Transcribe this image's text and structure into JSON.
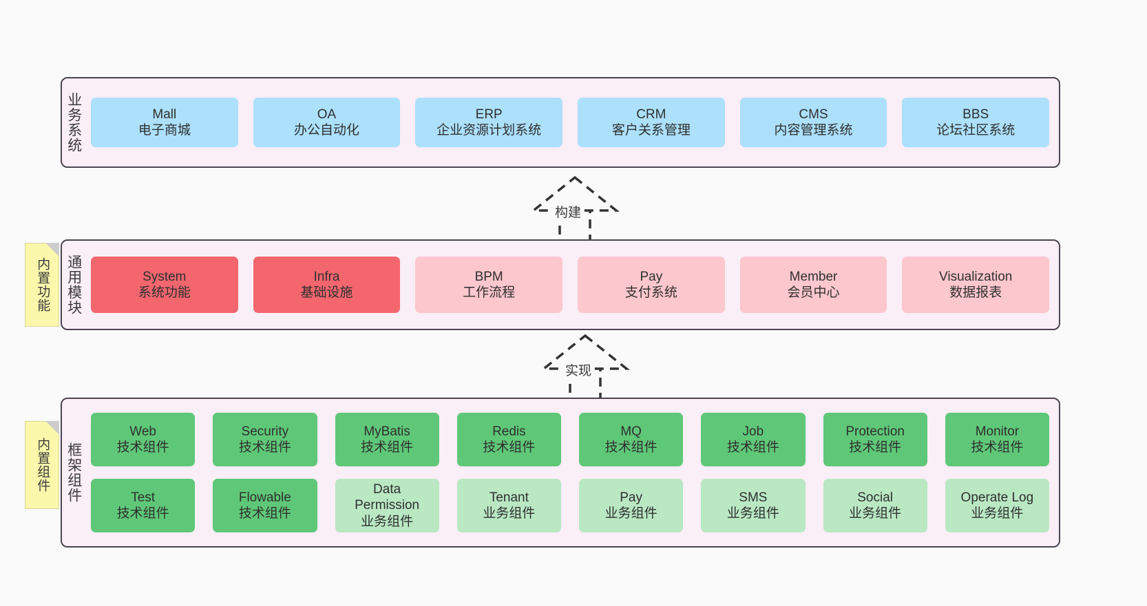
{
  "diagram": {
    "background_color": "#fafafa",
    "panel_fill": "#faeef7",
    "panel_border": "#4a4450"
  },
  "layers": {
    "business": {
      "title": "业务系统",
      "color": "#ace0fb",
      "items": [
        {
          "en": "Mall",
          "cn": "电子商城"
        },
        {
          "en": "OA",
          "cn": "办公自动化"
        },
        {
          "en": "ERP",
          "cn": "企业资源计划系统"
        },
        {
          "en": "CRM",
          "cn": "客户关系管理"
        },
        {
          "en": "CMS",
          "cn": "内容管理系统"
        },
        {
          "en": "BBS",
          "cn": "论坛社区系统"
        }
      ]
    },
    "modules": {
      "title": "通用模块",
      "items": [
        {
          "en": "System",
          "cn": "系统功能",
          "color": "#f4666e"
        },
        {
          "en": "Infra",
          "cn": "基础设施",
          "color": "#f4666e"
        },
        {
          "en": "BPM",
          "cn": "工作流程",
          "color": "#fcc7cd"
        },
        {
          "en": "Pay",
          "cn": "支付系统",
          "color": "#fcc7cd"
        },
        {
          "en": "Member",
          "cn": "会员中心",
          "color": "#fcc7cd"
        },
        {
          "en": "Visualization",
          "cn": "数据报表",
          "color": "#fcc7cd"
        }
      ]
    },
    "framework": {
      "title": "框架组件",
      "row1": [
        {
          "en": "Web",
          "cn": "技术组件",
          "color": "#5fc878"
        },
        {
          "en": "Security",
          "cn": "技术组件",
          "color": "#5fc878"
        },
        {
          "en": "MyBatis",
          "cn": "技术组件",
          "color": "#5fc878"
        },
        {
          "en": "Redis",
          "cn": "技术组件",
          "color": "#5fc878"
        },
        {
          "en": "MQ",
          "cn": "技术组件",
          "color": "#5fc878"
        },
        {
          "en": "Job",
          "cn": "技术组件",
          "color": "#5fc878"
        },
        {
          "en": "Protection",
          "cn": "技术组件",
          "color": "#5fc878"
        },
        {
          "en": "Monitor",
          "cn": "技术组件",
          "color": "#5fc878"
        }
      ],
      "row2": [
        {
          "en": "Test",
          "cn": "技术组件",
          "color": "#5fc878"
        },
        {
          "en": "Flowable",
          "cn": "技术组件",
          "color": "#5fc878"
        },
        {
          "en": "Data Permission",
          "cn": "业务组件",
          "color": "#b9e8c3"
        },
        {
          "en": "Tenant",
          "cn": "业务组件",
          "color": "#b9e8c3"
        },
        {
          "en": "Pay",
          "cn": "业务组件",
          "color": "#b9e8c3"
        },
        {
          "en": "SMS",
          "cn": "业务组件",
          "color": "#b9e8c3"
        },
        {
          "en": "Social",
          "cn": "业务组件",
          "color": "#b9e8c3"
        },
        {
          "en": "Operate Log",
          "cn": "业务组件",
          "color": "#b9e8c3"
        }
      ]
    }
  },
  "notes": [
    {
      "text": "内置功能",
      "color": "#fbf8ac"
    },
    {
      "text": "内置组件",
      "color": "#fbf8ac"
    }
  ],
  "arrows": [
    {
      "label": "构建",
      "style": "dashed-generalization",
      "direction": "up"
    },
    {
      "label": "实现",
      "style": "dashed-generalization",
      "direction": "up"
    }
  ]
}
